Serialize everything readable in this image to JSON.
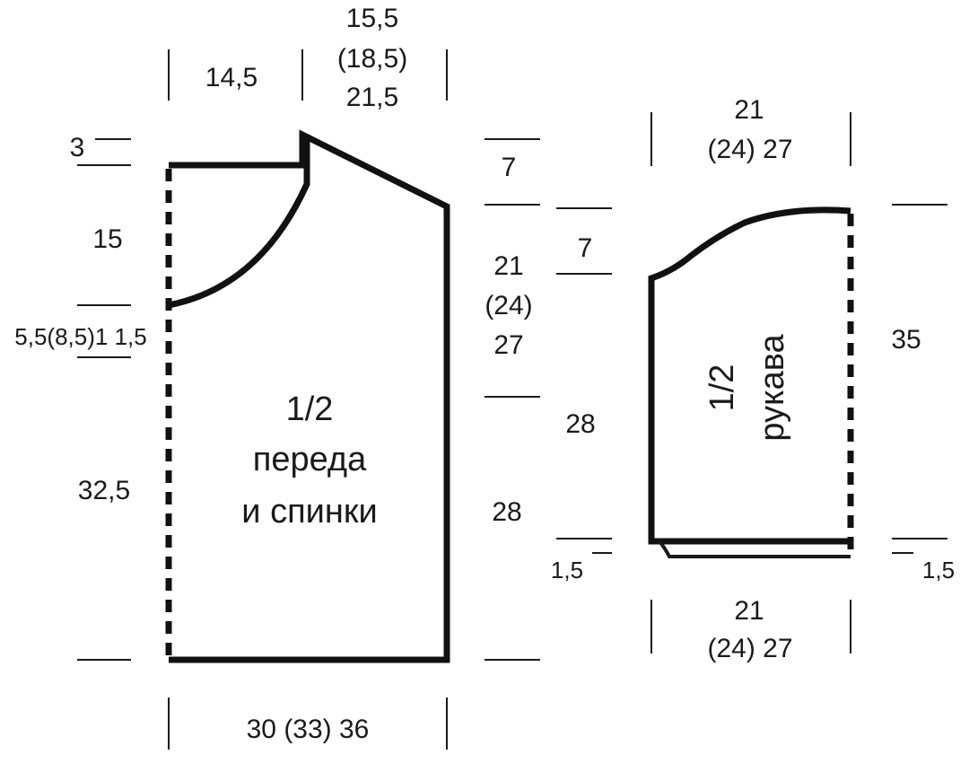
{
  "body_piece": {
    "label_line1": "1/2",
    "label_line2": "переда",
    "label_line3": "и спинки",
    "dims": {
      "top_left_width": "14,5",
      "top_right_width_1": "15,5",
      "top_right_width_2": "(18,5)",
      "top_right_width_3": "21,5",
      "shoulder_rise": "3",
      "neck_depth": "15",
      "side_left_small": "5,5(8,5)1 1,5",
      "lower_left_height": "32,5",
      "shoulder_slope": "7",
      "armhole_1": "21",
      "armhole_2": "(24)",
      "armhole_3": "27",
      "side_height": "28",
      "bottom_width": "30 (33) 36"
    }
  },
  "sleeve_piece": {
    "label_line1": "1/2",
    "label_line2": "рукава",
    "dims": {
      "top_width_1": "21",
      "top_width_2": "(24)  27",
      "cap_height": "7",
      "height": "35",
      "lower_height": "28",
      "cuff_left": "1,5",
      "cuff_right": "1,5",
      "bottom_width_1": "21",
      "bottom_width_2": "(24)  27"
    }
  }
}
